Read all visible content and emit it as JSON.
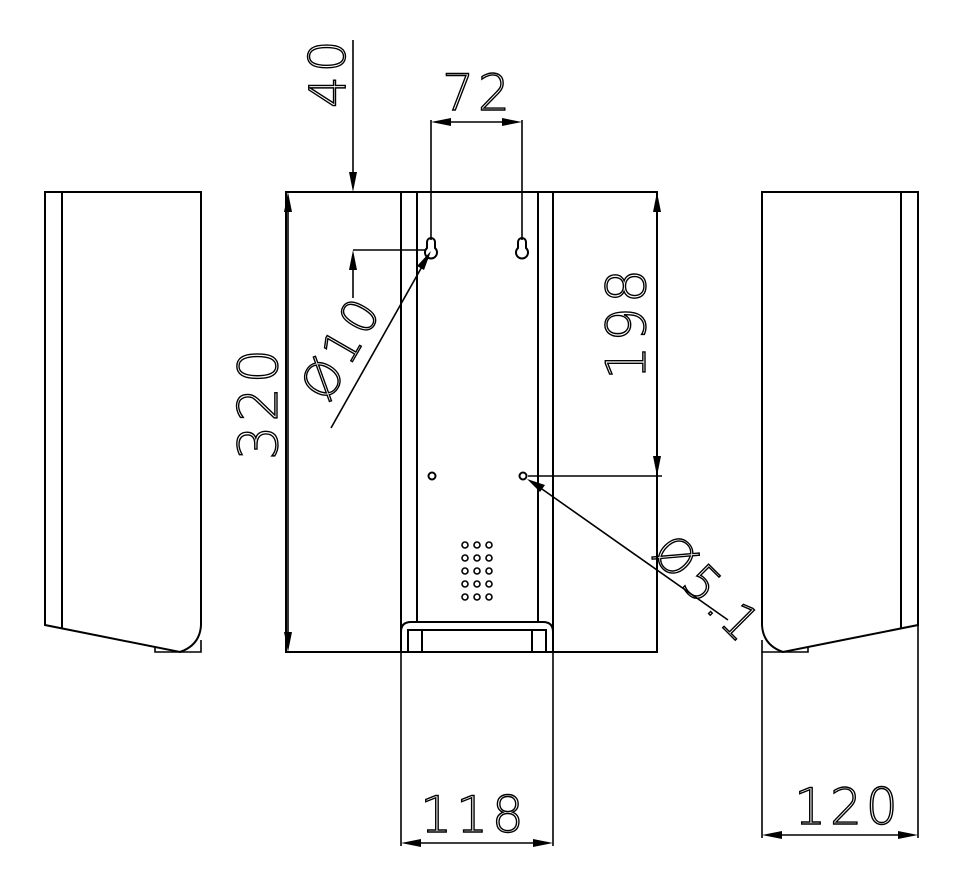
{
  "dimensions": {
    "top_offset": "40",
    "hole_spacing": "72",
    "height": "320",
    "keyhole_diameter": "Ø10",
    "hole_distance": "198",
    "hole_diameter": "Ø5.1",
    "width_front": "118",
    "depth_side": "120"
  }
}
